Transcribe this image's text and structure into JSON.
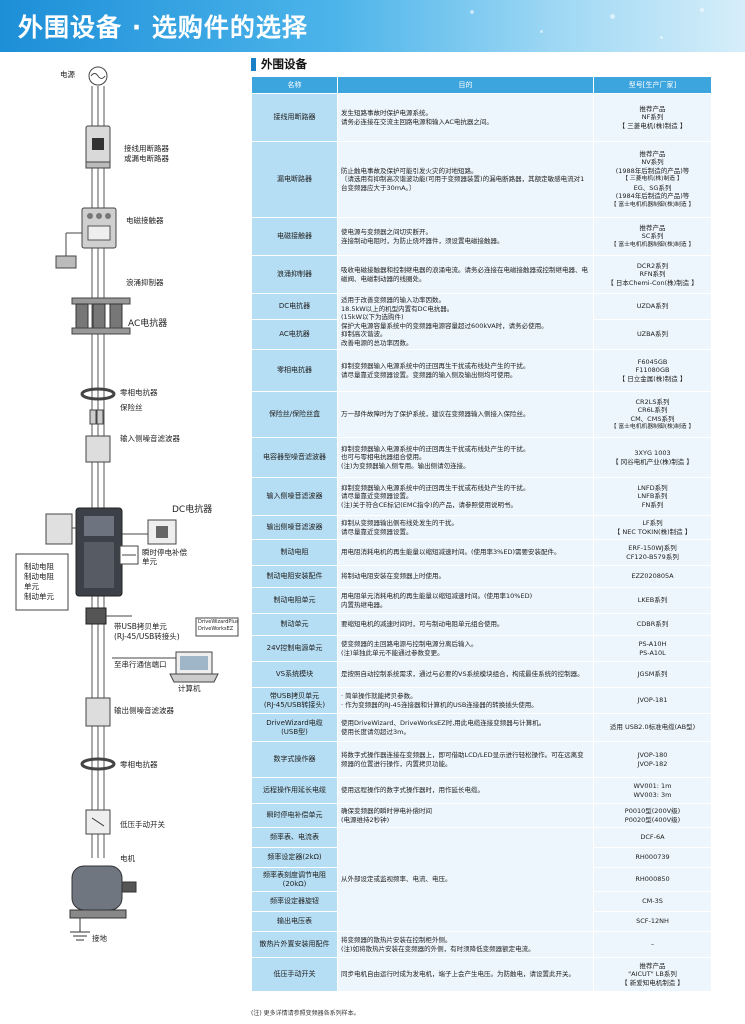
{
  "banner_title": "外围设备 · 选购件的选择",
  "section_title": "外围设备",
  "diagram": {
    "power": "电源",
    "breaker": "接线用断路器",
    "breaker2": "或漏电断路器",
    "contactor": "电磁接触器",
    "surge": "浪涌抑制器",
    "ac_reactor": "AC电抗器",
    "zero_reactor": "零相电抗器",
    "fuse": "保险丝",
    "input_filter": "输入侧噪音滤波器",
    "dc_reactor": "DC电抗器",
    "ride_thru": "瞬时停电补偿",
    "ride_thru2": "单元",
    "brake_1": "制动电阻",
    "brake_2": "制动电阻",
    "brake_3": "单元",
    "brake_4": "制动单元",
    "usb_copy": "带USB拷贝单元",
    "usb_copy2": "(RJ-45/USB转接头)",
    "sw1": "DriveWizardPlus",
    "sw2": "DriveWorksEZ",
    "comm": "至串行通信端口",
    "pc": "计算机",
    "output_filter": "输出侧噪音滤波器",
    "zero_reactor2": "零相电抗器",
    "low_voltage_switch": "低压手动开关",
    "motor": "电机",
    "ground": "接地"
  },
  "table": {
    "headers": [
      "名称",
      "目的",
      "型号[生产厂家]"
    ],
    "rows": [
      {
        "name": [
          "接线用断路器"
        ],
        "purpose": [
          "发生短路事故时保护电源系统。",
          "请务必连接在交流主回路电源和输入AC电抗器之间。"
        ],
        "model": [
          "推荐产品",
          "NF系列",
          "【 三菱电机(株)制造 】"
        ]
      },
      {
        "name": [
          "漏电断路器"
        ],
        "purpose": [
          "防止触电事故及保护可能引发火灾的对地短路。",
          "〔请选用有抑制高次谐波功能(可用于变频器装置)的漏电断路器，其额定敏感电流对1台变频器应大于30mA。〕"
        ],
        "model": [
          "推荐产品",
          "NV系列",
          "(1988年后制造的产品)等",
          "【 三菱电机(株)制造 】",
          "EG、SG系列",
          "(1984年后制造的产品)等",
          "【 富士电机机器制御(株)制造 】"
        ]
      },
      {
        "name": [
          "电磁接触器"
        ],
        "purpose": [
          "使电源与变频器之间切实断开。",
          "连接制动电阻时，为防止烧坏器件，须设置电磁接触器。"
        ],
        "model": [
          "推荐产品",
          "SC系列",
          "【 富士电机机器制御(株)制造 】"
        ]
      },
      {
        "name": [
          "浪涌抑制器"
        ],
        "purpose": [
          "吸收电磁接触器和控制继电器的浪涌电流。请务必连接在电磁接触器或控制继电器、电磁阀、电磁制动器的线圈处。"
        ],
        "model": [
          "DCR2系列",
          "RFN系列",
          "【 日本Chemi-Con(株)制造 】"
        ]
      },
      {
        "name": [
          "DC电抗器"
        ],
        "purpose": [
          "适用于改善变频器的输入功率因数。",
          "18.5kW以上的机型内置有DC电抗器。",
          "(15kW以下为选购件)",
          "保护大电源容量系统中的变频器电源容量超过600kVA时，请务必使用。",
          "抑制高次谐波。",
          "改善电源的总功率因数。"
        ],
        "model": [
          "UZDA系列"
        ]
      },
      {
        "name": [
          "AC电抗器"
        ],
        "model": [
          "UZBA系列"
        ]
      },
      {
        "name": [
          "零相电抗器"
        ],
        "purpose": [
          "抑制变频器输入电源系统中的迂回再生干扰或布线处产生的干扰。",
          "请尽量靠近变频器设置。变频器的输入侧及输出侧均可使用。"
        ],
        "model": [
          "F6045GB",
          "F11080GB",
          "【 日立金属(株)制造 】"
        ]
      },
      {
        "name": [
          "保险丝/保险丝盒"
        ],
        "purpose": [
          "万一部件故障时为了保护系统，建议在变频器输入侧接入保险丝。"
        ],
        "model": [
          "CR2LS系列",
          "CR6L系列",
          "CM、CMS系列",
          "【 富士电机机器制御(株)制造 】"
        ]
      },
      {
        "name": [
          "电容器型噪音滤波器"
        ],
        "purpose": [
          "抑制变频器输入电源系统中的迂回再生干扰或布线处产生的干扰。",
          "也可与零相电抗器组合使用。",
          "(注)为变频器输入侧专用。输出侧请勿连接。"
        ],
        "model": [
          "3XYG 1003",
          "【 冈谷电机产业(株)制造 】"
        ]
      },
      {
        "name": [
          "输入侧噪音滤波器"
        ],
        "purpose": [
          "抑制变频器输入电源系统中的迂回再生干扰或布线处产生的干扰。",
          "请尽量靠近变频器设置。",
          "(注)关于符合CE标记(EMC指令)的产品，请参照使用说明书。"
        ],
        "model": [
          "LNFD系列",
          "LNFB系列",
          "FN系列"
        ]
      },
      {
        "name": [
          "输出侧噪音滤波器"
        ],
        "purpose": [
          "抑制从变频器输出侧布线处发生的干扰。",
          "请尽量靠近变频器设置。"
        ],
        "model": [
          "LF系列",
          "【 NEC TOKIN(株)制造 】"
        ]
      },
      {
        "name": [
          "制动电阻"
        ],
        "purpose": [
          "用电阻消耗电机的再生能量以缩短减速时间。(使用率3%ED)需要安装配件。"
        ],
        "model": [
          "ERF-150WJ系列",
          "CF120-B579系列"
        ]
      },
      {
        "name": [
          "制动电阻安装配件"
        ],
        "purpose": [
          "将制动电阻安装在变频器上时使用。"
        ],
        "model": [
          "EZZ020805A"
        ]
      },
      {
        "name": [
          "制动电阻单元"
        ],
        "purpose": [
          "用电阻单元消耗电机的再生能量以缩短减速时间。(使用率10%ED)",
          "内置热继电器。"
        ],
        "model": [
          "LKEB系列"
        ]
      },
      {
        "name": [
          "制动单元"
        ],
        "purpose": [
          "要缩短电机的减速时间时，可与制动电阻单元组合使用。"
        ],
        "model": [
          "CDBR系列"
        ]
      },
      {
        "name": [
          "24V控制电源单元"
        ],
        "purpose": [
          "使变频器的主回路电源与控制电源分离后输入。",
          "(注)单独此单元不能通过参数变更。"
        ],
        "model": [
          "PS-A10H",
          "PS-A10L"
        ]
      },
      {
        "name": [
          "VS系统模块"
        ],
        "purpose": [
          "是按照自动控制系统需求，通过与必要的VS系统模块组合，构成最佳系统的控制器。"
        ],
        "model": [
          "JGSM系列"
        ]
      },
      {
        "name": [
          "带USB拷贝单元",
          "(RJ-45/USB转接头)"
        ],
        "purpose": [
          "· 简单操作就能拷贝参数。",
          "· 作为变频器的RJ-45连接器和计算机的USB连接器的转换插头使用。"
        ],
        "model": [
          "JVOP-181"
        ]
      },
      {
        "name": [
          "DriveWizard电缆",
          "(USB型)"
        ],
        "purpose": [
          "使用DriveWizard、DriveWorksEZ时,用此电缆连接变频器与计算机。",
          "使用长度请勿超过3m。"
        ],
        "model": [
          "适用 USB2.0标准电缆(AB型)"
        ]
      },
      {
        "name": [
          "数字式操作器"
        ],
        "purpose": [
          "将数字式操作器连接在变频器上，即可借助LCD/LED显示进行轻松操作。可在远离变频器的位置进行操作，内置拷贝功能。"
        ],
        "model": [
          "JVOP-180",
          "JVOP-182"
        ]
      },
      {
        "name": [
          "远程操作用延长电缆"
        ],
        "purpose": [
          "使用远程操作的数字式操作器时，用作延长电缆。"
        ],
        "model": [
          "WV001: 1m",
          "WV003: 3m"
        ]
      },
      {
        "name": [
          "瞬时停电补偿单元"
        ],
        "purpose": [
          "确保变频器的瞬时停电补偿时间",
          "(电源维持2秒钟)"
        ],
        "model": [
          "P0010型(200V级)",
          "P0020型(400V级)"
        ]
      },
      {
        "name": [
          "频率表、电流表"
        ],
        "purpose": [
          "从外部设定或监视频率、电流、电压。"
        ],
        "model": [
          "DCF-6A"
        ]
      },
      {
        "name": [
          "频率设定器(2kΩ)"
        ],
        "model": [
          "RH000739"
        ]
      },
      {
        "name": [
          "频率表刻度调节电阻",
          "(20kΩ)"
        ],
        "model": [
          "RH000850"
        ]
      },
      {
        "name": [
          "频率设定器旋钮"
        ],
        "model": [
          "CM-3S"
        ]
      },
      {
        "name": [
          "输出电压表"
        ],
        "model": [
          "SCF-12NH"
        ]
      },
      {
        "name": [
          "散热片外置安装用配件"
        ],
        "purpose": [
          "将变频器的散热片安装在控制柜外侧。",
          "(注)如将散热片安装在变频器的外侧，有时须降低变频器额定电流。"
        ],
        "model": [
          "–"
        ]
      },
      {
        "name": [
          "低压手动开关"
        ],
        "purpose": [
          "同步电机自由运行时成为发电机，端子上会产生电压。为防触电，请设置此开关。"
        ],
        "model": [
          "推荐产品",
          "\"AICUT\" LB系列",
          "【 新爱知电机制造 】"
        ]
      }
    ]
  },
  "footnote": "(注) 更多详情请参照变频器各系列样本。",
  "colors": {
    "banner": "#1d8fd8",
    "header": "#3da5dd",
    "name_cell": "#b5ddf3",
    "body_cell": "#edf6fc",
    "accent": "#1a7fc6"
  }
}
